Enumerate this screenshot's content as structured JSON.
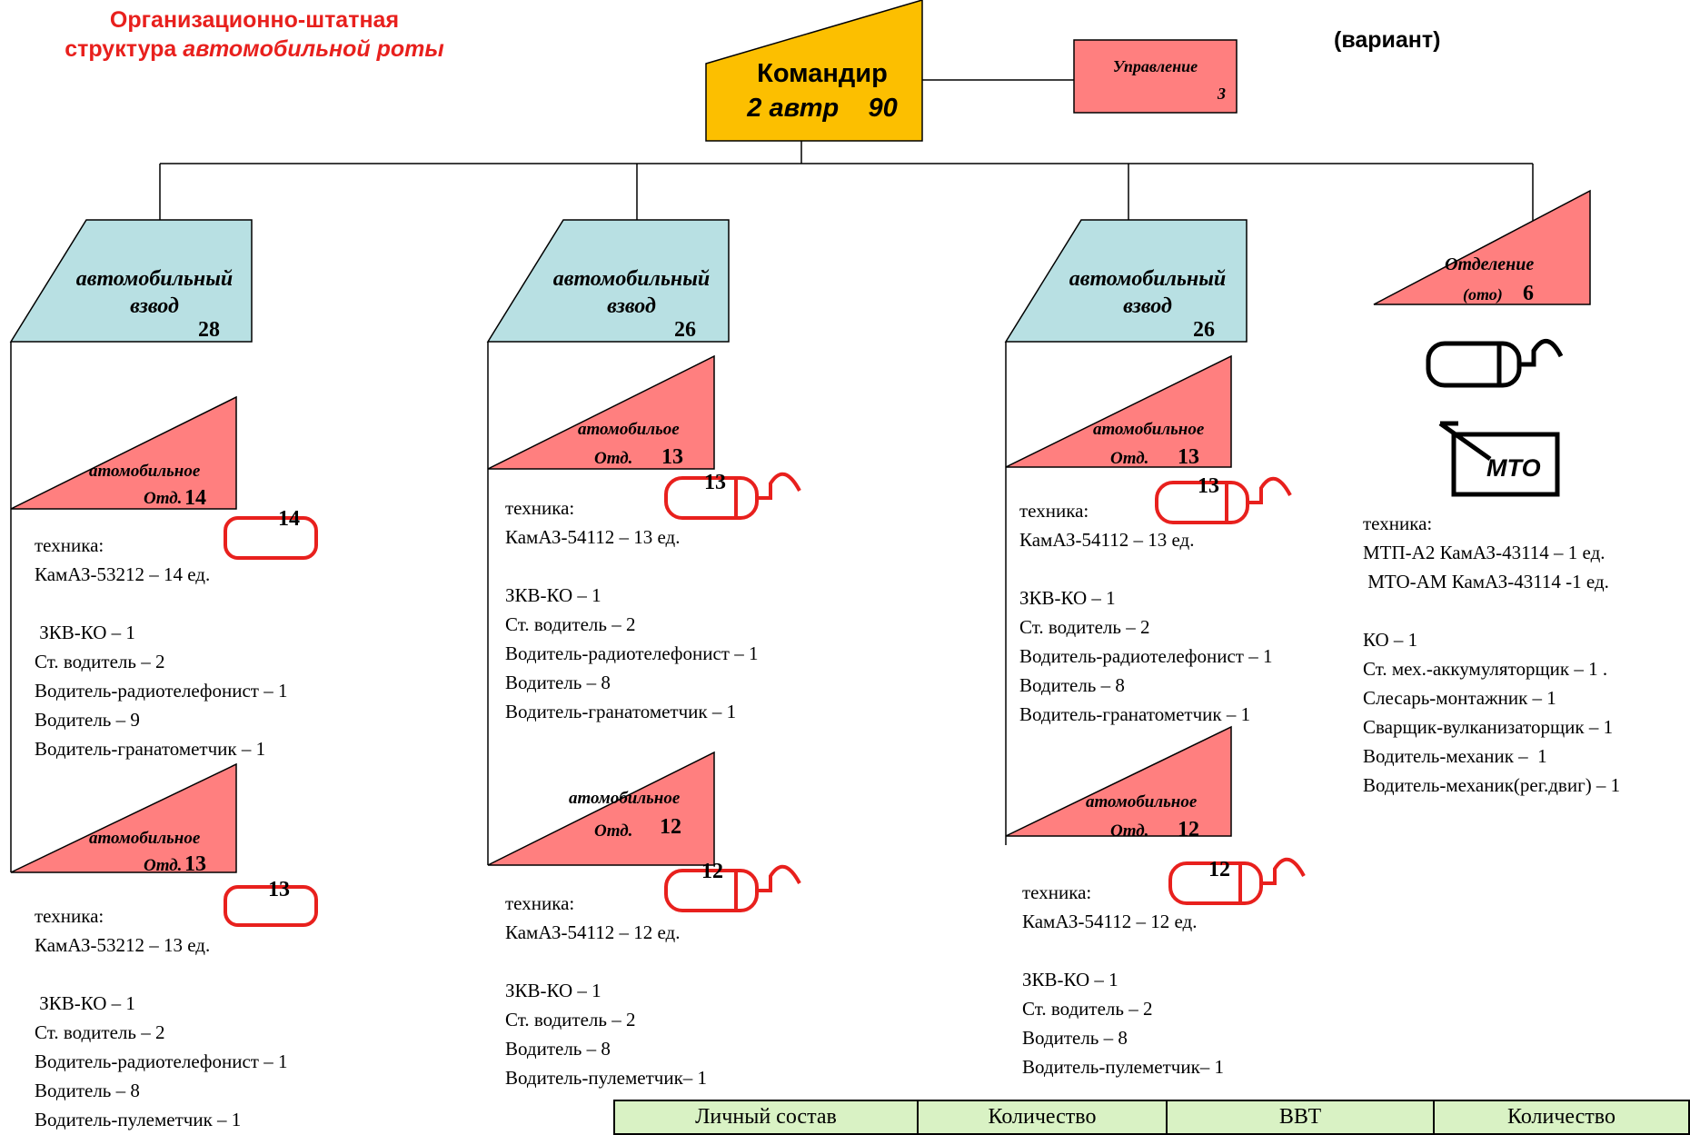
{
  "title": {
    "line1": "Организационно-штатная",
    "line2_plain": "структура ",
    "line2_italic": "автомобильной роты"
  },
  "variant": "(вариант)",
  "commander": {
    "label": "Командир",
    "sub": "2 автр",
    "count": "90"
  },
  "management": {
    "label": "Управление",
    "count": "3"
  },
  "platoons": [
    {
      "label1": "автомобильный",
      "label2": "взвод",
      "count": "28",
      "sections": [
        {
          "label1": "атомобильное",
          "label2": "Отд.",
          "count": "14",
          "vehicle_count": "14",
          "tech_label": "техника:",
          "tech": "КамАЗ-53212 – 14 ед.",
          "staff": [
            " ЗКВ-КО – 1",
            "Ст. водитель – 2",
            "Водитель-радиотелефонист – 1",
            "Водитель – 9",
            "Водитель-гранатометчик – 1"
          ]
        },
        {
          "label1": "атомобильное",
          "label2": "Отд.",
          "count": "13",
          "vehicle_count": "13",
          "tech_label": "техника:",
          "tech": "КамАЗ-53212 – 13 ед.",
          "staff": [
            " ЗКВ-КО – 1",
            "Ст. водитель – 2",
            "Водитель-радиотелефонист – 1",
            "Водитель – 8",
            "Водитель-пулеметчик – 1"
          ]
        }
      ]
    },
    {
      "label1": "автомобильный",
      "label2": "взвод",
      "count": "26",
      "sections": [
        {
          "label1": "атомобильое",
          "label2": "Отд.",
          "count": "13",
          "vehicle_count": "13",
          "tech_label": "техника:",
          "tech": "КамАЗ-54112 – 13 ед.",
          "staff": [
            "ЗКВ-КО – 1",
            "Ст. водитель – 2",
            "Водитель-радиотелефонист – 1",
            "Водитель – 8",
            "Водитель-гранатометчик – 1"
          ]
        },
        {
          "label1": "атомобильное",
          "label2": "Отд.",
          "count": "12",
          "vehicle_count": "12",
          "tech_label": "техника:",
          "tech": "КамАЗ-54112 – 12 ед.",
          "staff": [
            "ЗКВ-КО – 1",
            "Ст. водитель – 2",
            "Водитель – 8",
            "Водитель-пулеметчик– 1"
          ]
        }
      ]
    },
    {
      "label1": "автомобильный",
      "label2": "взвод",
      "count": "26",
      "sections": [
        {
          "label1": "атомобильное",
          "label2": "Отд.",
          "count": "13",
          "vehicle_count": "13",
          "tech_label": "техника:",
          "tech": "КамАЗ-54112 – 13 ед.",
          "staff": [
            "ЗКВ-КО – 1",
            "Ст. водитель – 2",
            "Водитель-радиотелефонист – 1",
            "Водитель – 8",
            "Водитель-гранатометчик – 1"
          ]
        },
        {
          "label1": "атомобильное",
          "label2": "Отд.",
          "count": "12",
          "vehicle_count": "12",
          "tech_label": "техника:",
          "tech": "КамАЗ-54112 – 12 ед.",
          "staff": [
            "ЗКВ-КО – 1",
            "Ст. водитель – 2",
            "Водитель – 8",
            "Водитель-пулеметчик– 1"
          ]
        }
      ]
    }
  ],
  "maintenance": {
    "label1": "Отделение",
    "label2": "(ото)",
    "count": "6",
    "mto_label": "МТО",
    "tech_label": "техника:",
    "tech": [
      "МТП-А2 КамАЗ-43114 – 1 ед.",
      " МТО-АМ КамАЗ-43114 -1 ед."
    ],
    "staff": [
      "КО – 1",
      "Ст. мех.-аккумуляторщик – 1 .",
      "Слесарь-монтажник – 1",
      "Сварщик-вулканизаторщик – 1",
      "Водитель-механик –  1",
      "Водитель-механик(рег.двиг) – 1"
    ]
  },
  "summary_table": {
    "headers": [
      "Личный состав",
      "Количество",
      "ВВТ",
      "Количество"
    ]
  },
  "colors": {
    "commander": "#fcbf00",
    "pink": "#ff7f7f",
    "platoon": "#b8e0e3",
    "red": "#e8201d",
    "table": "#d9f2c4"
  }
}
